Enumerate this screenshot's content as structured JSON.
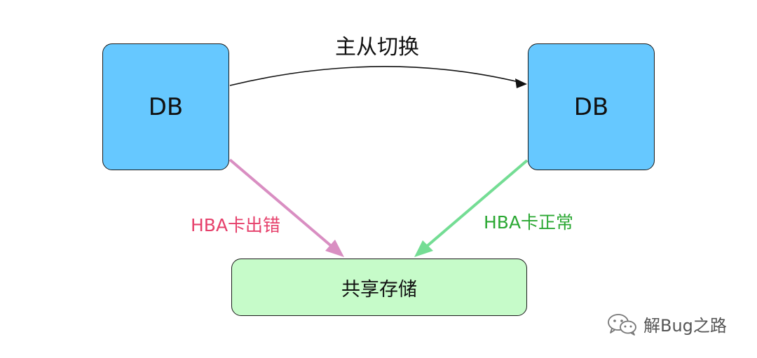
{
  "colors": {
    "db_fill": "#66c8ff",
    "storage_fill": "#c6fbc9",
    "error_arrow": "#d98ec2",
    "error_text": "#e6406b",
    "normal_arrow": "#74dd94",
    "normal_text": "#2ba833",
    "switch_arrow": "#111111"
  },
  "nodes": {
    "db_left": "DB",
    "db_right": "DB",
    "storage": "共享存储"
  },
  "edges": {
    "switch": "主从切换",
    "left_to_storage": "HBA卡出错",
    "right_to_storage": "HBA卡正常"
  },
  "watermark": {
    "icon": "wechat-icon",
    "text": "解Bug之路"
  }
}
